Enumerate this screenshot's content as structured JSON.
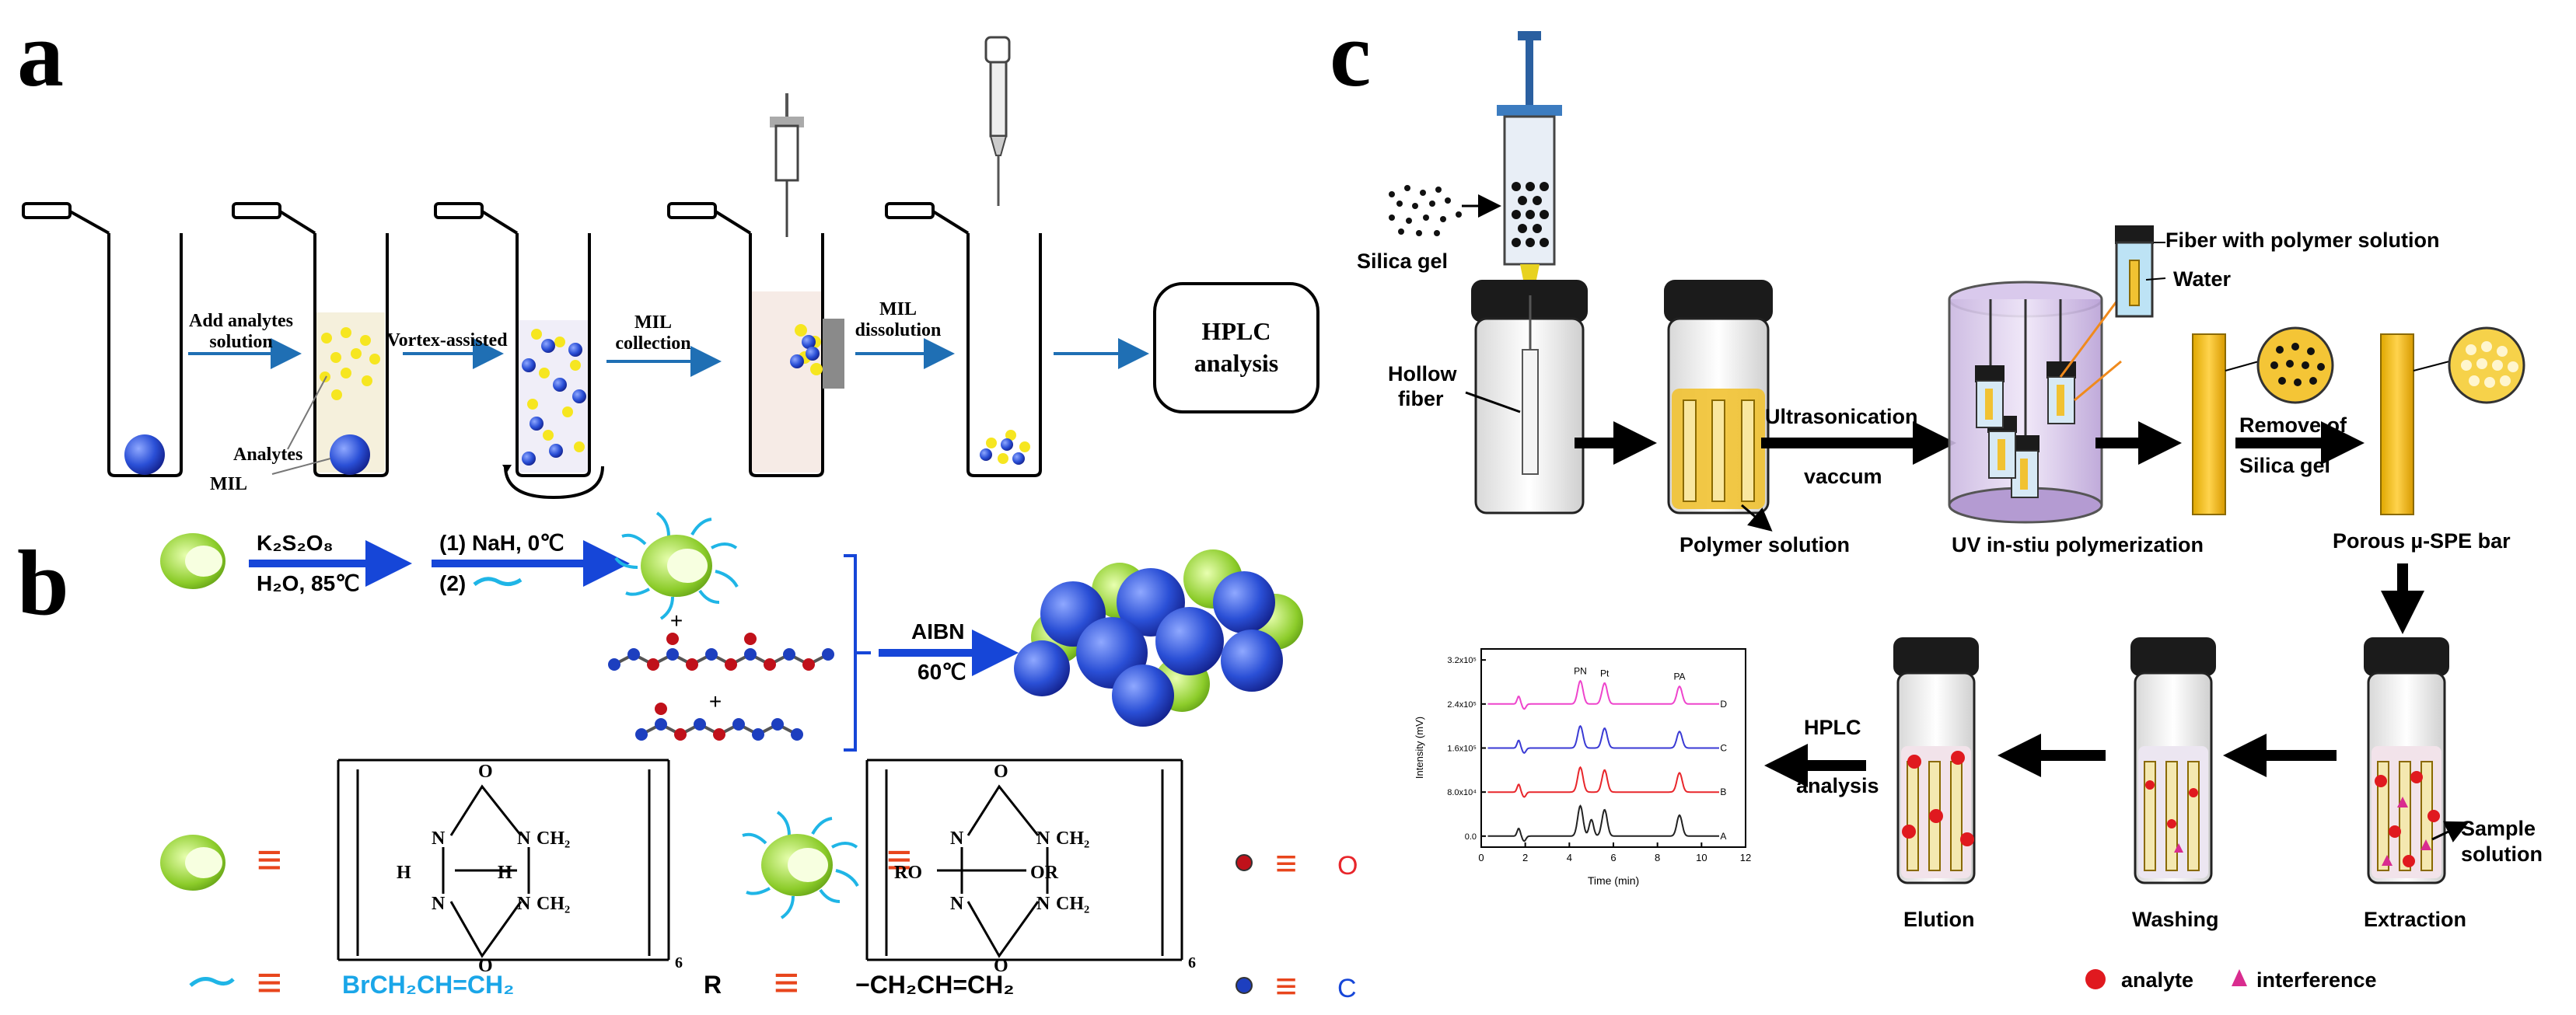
{
  "panel_labels": {
    "a": "a",
    "b": "b",
    "c": "c"
  },
  "panel_a": {
    "steps": [
      "Add analytes solution",
      "Vortex-assisted",
      "MIL collection",
      "MIL dissolution"
    ],
    "step1_lines": [
      "Add analytes",
      "solution"
    ],
    "step3_lines": [
      "MIL",
      "collection"
    ],
    "step4_lines": [
      "MIL",
      "dissolution"
    ],
    "labels": {
      "analytes": "Analytes",
      "mil": "MIL"
    },
    "final_box": [
      "HPLC",
      "analysis"
    ]
  },
  "panel_b": {
    "reaction1": {
      "top": "K₂S₂O₈",
      "bottom": "H₂O, 85℃"
    },
    "reaction2": {
      "top": "(1) NaH, 0℃",
      "bottom": "(2)"
    },
    "reaction3": {
      "top": "AIBN",
      "bottom": "60℃"
    },
    "plus": "+",
    "legend": {
      "equals": "≡",
      "o_label": "O",
      "c_label": "C",
      "bromide": "BrCH₂CH=CH₂",
      "r_label": "R",
      "r_group": "−CH₂CH=CH₂",
      "struct1": {
        "o": "O",
        "n": "N",
        "ch2": "CH₂",
        "h": "H",
        "sub": "6"
      },
      "struct2": {
        "o": "O",
        "n": "N",
        "ch2": "CH₂",
        "ro": "RO",
        "or": "OR",
        "sub": "6"
      }
    }
  },
  "panel_c": {
    "silica_gel": "Silica gel",
    "hollow_fiber": [
      "Hollow",
      "fiber"
    ],
    "ultrasonication": "Ultrasonication",
    "vaccum": "vaccum",
    "polymer_solution": "Polymer solution",
    "uv_polymerization": "UV in-stiu polymerization",
    "fiber_with_polymer": "Fiber with polymer solution",
    "water": "Water",
    "remove_of": "Remove of",
    "silica_gel_2": "Silica gel",
    "porous_bar": "Porous µ-SPE bar",
    "sample_solution": [
      "Sample",
      "solution"
    ],
    "extraction": "Extraction",
    "washing": "Washing",
    "elution": "Elution",
    "hplc": [
      "HPLC",
      "analysis"
    ],
    "legend": {
      "analyte": "analyte",
      "interference": "interference"
    },
    "colors": {
      "analyte": "#e0191f",
      "interference": "#d92c8f",
      "polymer": "#f1c232",
      "vial_cap": "#1b1b1b"
    }
  },
  "chart_data": {
    "type": "line",
    "xlabel": "Time (min)",
    "ylabel": "Intensity (mV)",
    "xlim": [
      0,
      12
    ],
    "xticks": [
      "0",
      "2",
      "4",
      "6",
      "8",
      "10",
      "12"
    ],
    "yticks": [
      "0.0",
      "8.0x10⁴",
      "1.6x10⁵",
      "2.4x10⁵",
      "3.2x10⁵"
    ],
    "yvalues": [
      0,
      80000,
      160000,
      240000,
      320000
    ],
    "peak_labels": [
      "PN",
      "Pt",
      "PA"
    ],
    "peak_times": [
      4.5,
      5.6,
      9.0
    ],
    "series": [
      {
        "name": "A",
        "offset": 0,
        "color": "#222222",
        "heights": [
          55000,
          48000,
          38000
        ]
      },
      {
        "name": "B",
        "offset": 80000,
        "color": "#e8262b",
        "heights": [
          45000,
          40000,
          35000
        ]
      },
      {
        "name": "C",
        "offset": 160000,
        "color": "#3a3ad4",
        "heights": [
          40000,
          36000,
          30000
        ]
      },
      {
        "name": "D",
        "offset": 240000,
        "color": "#ee44cc",
        "heights": [
          42000,
          38000,
          32000
        ]
      }
    ]
  }
}
